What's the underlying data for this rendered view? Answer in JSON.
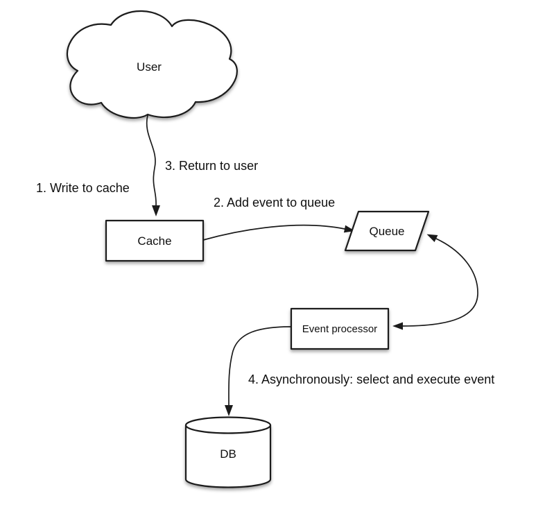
{
  "diagram": {
    "type": "flow-diagram",
    "background_color": "#ffffff",
    "stroke_color": "#1b1b1b",
    "node_fill_color": "#ffffff",
    "text_color": "#0f0f0f",
    "nodes": {
      "user": {
        "label": "User",
        "shape": "cloud"
      },
      "cache": {
        "label": "Cache",
        "shape": "rectangle"
      },
      "queue": {
        "label": "Queue",
        "shape": "parallelogram"
      },
      "event_processor": {
        "label": "Event processor",
        "shape": "rectangle"
      },
      "db": {
        "label": "DB",
        "shape": "cylinder"
      }
    },
    "labels": {
      "step1": "1. Write to cache",
      "step2": "2. Add event to queue",
      "step3": "3. Return to user",
      "step4": "4. Asynchronously: select and execute event"
    },
    "edges": [
      {
        "from": "user",
        "to": "cache",
        "arrow": "to",
        "labels": [
          "1. Write to cache",
          "3. Return to user"
        ]
      },
      {
        "from": "cache",
        "to": "queue",
        "arrow": "to",
        "labels": [
          "2. Add event to queue"
        ]
      },
      {
        "from": "queue",
        "to": "event_processor",
        "arrow": "both",
        "labels": []
      },
      {
        "from": "event_processor",
        "to": "db",
        "arrow": "to",
        "labels": [
          "4. Asynchronously: select and execute event"
        ]
      }
    ]
  }
}
